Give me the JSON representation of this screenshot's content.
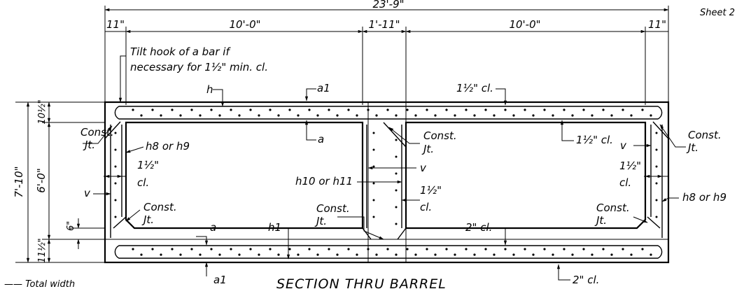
{
  "sheet_label": "Sheet 2",
  "title": "SECTION THRU BARREL",
  "title_prefix": "—— Total width",
  "dims": {
    "overall": "23'-9\"",
    "outer_left": "11\"",
    "span_left": "10'-0\"",
    "mid_wall": "1'-11\"",
    "span_right": "10'-0\"",
    "outer_right": "11\"",
    "total_height": "7'-10\"",
    "top_slab": "10½\"",
    "clear_height": "6'-0\"",
    "bottom_slab": "11½\"",
    "haunch": "6\""
  },
  "notes": {
    "tilt_line1": "Tilt hook of a bar if",
    "tilt_line2": "necessary for 1½\" min. cl."
  },
  "labels": {
    "h": "h",
    "a1_top": "a1",
    "a_top": "a",
    "cl_top": "1½\" cl.",
    "cl_top2": "1½\" cl.",
    "const_jt_tl_1": "Const.",
    "const_jt_tl_2": "Jt.",
    "h8_h9_left": "h8  or  h9",
    "cl_left_1": "1½\"",
    "cl_left_2": "cl.",
    "v_left": "v",
    "const_jt_bl_1": "Const.",
    "const_jt_bl_2": "Jt.",
    "const_jt_mid_top_1": "Const.",
    "const_jt_mid_top_2": "Jt.",
    "v_mid": "v",
    "h10_h11": "h10  or  h11",
    "cl_mid_1": "1½\"",
    "cl_mid_2": "cl.",
    "const_jt_mid_bot_1": "Const.",
    "const_jt_mid_bot_2": "Jt.",
    "a_bot": "a",
    "h1": "h1",
    "cl_bot": "2\" cl.",
    "a1_bot": "a1",
    "cl_bot2": "2\" cl.",
    "const_jt_tr_1": "Const.",
    "const_jt_tr_2": "Jt.",
    "v_right": "v",
    "cl_right_1": "1½\"",
    "cl_right_2": "cl.",
    "h8_h9_right": "h8  or  h9",
    "const_jt_br_1": "Const.",
    "const_jt_br_2": "Jt."
  }
}
